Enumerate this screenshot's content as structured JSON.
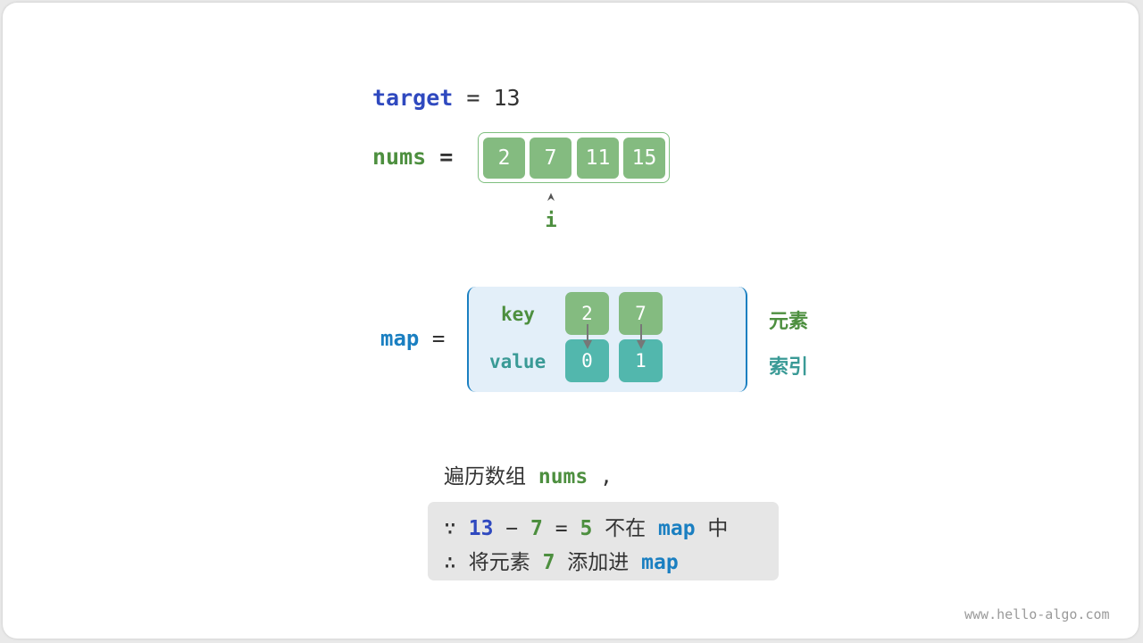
{
  "target": {
    "name": "target",
    "op": "=",
    "value": "13"
  },
  "nums": {
    "name": "nums",
    "op": "=",
    "values": [
      "2",
      "7",
      "11",
      "15"
    ]
  },
  "pointer": {
    "label": "i",
    "index": 1
  },
  "map": {
    "name": "map",
    "op": "=",
    "key_label": "key",
    "value_label": "value",
    "keys": [
      "2",
      "7"
    ],
    "values": [
      "0",
      "1"
    ],
    "side_key": "元素",
    "side_value": "索引"
  },
  "caption": {
    "text": "遍历数组",
    "var": "nums",
    "comma": ","
  },
  "explain": {
    "line1": {
      "because": "∵",
      "a": "13",
      "minus": "−",
      "b": "7",
      "eq": "=",
      "c": "5",
      "not_in": "不在",
      "map": "map",
      "mid": "中"
    },
    "line2": {
      "therefore": "∴",
      "text": "将元素",
      "b": "7",
      "add": "添加进",
      "map": "map"
    }
  },
  "watermark": "www.hello-algo.com",
  "colors": {
    "green": "#84bb80",
    "teal": "#52b7ad",
    "blue": "#2f49bf",
    "cyan": "#1a7fc1",
    "map_bg": "#e3eff9"
  }
}
